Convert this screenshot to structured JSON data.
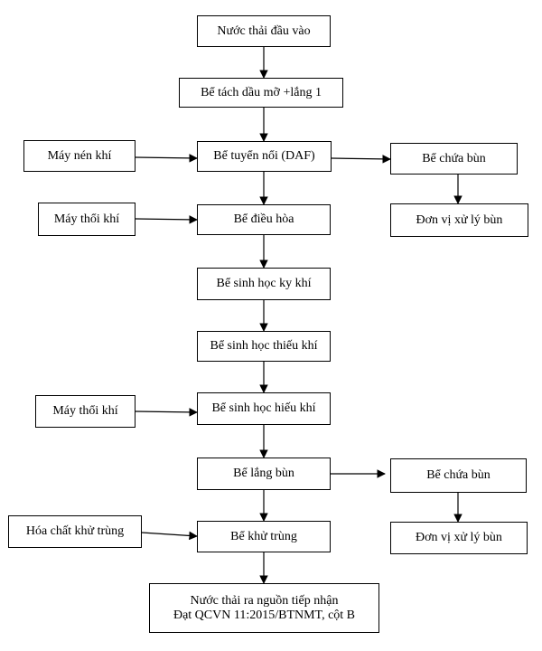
{
  "diagram": {
    "boxes": {
      "input_water": "Nước thải đầu vào",
      "oil_separation": "Bể tách dầu mỡ +lắng 1",
      "daf": "Bể tuyển nổi (DAF)",
      "equalization": "Bể điều hòa",
      "anaerobic": "Bể sinh học ky khí",
      "anoxic": "Bể sinh học thiếu khí",
      "aerobic": "Bể sinh học hiếu khí",
      "sedimentation": "Bể lắng bùn",
      "disinfection": "Bể khử trùng",
      "output_line1": "Nước thải ra nguồn tiếp nhận",
      "output_line2": "Đạt QCVN 11:2015/BTNMT, cột B",
      "compressor": "Máy nén khí",
      "blower1": "Máy thổi khí",
      "blower2": "Máy thổi khí",
      "chemical": "Hóa chất khử trùng",
      "sludge_tank1": "Bể chứa bùn",
      "sludge_unit1": "Đơn vị xử lý bùn",
      "sludge_tank2": "Bể chứa bùn",
      "sludge_unit2": "Đơn vị xử lý bùn"
    }
  }
}
